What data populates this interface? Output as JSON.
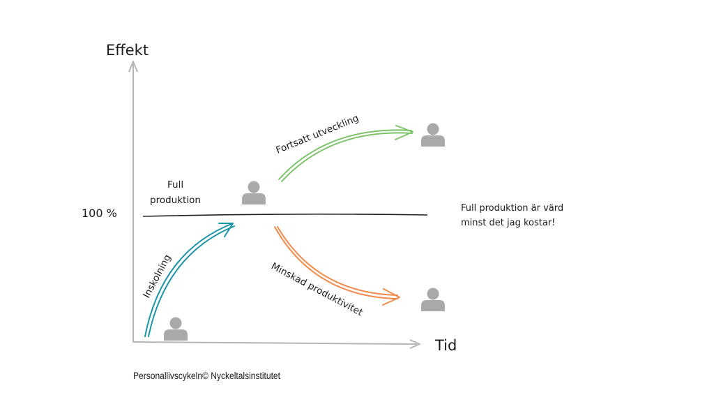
{
  "axes": {
    "y_label": "Effekt",
    "x_label": "Tid",
    "level_label": "100 %"
  },
  "stages": {
    "full": {
      "line1": "Full",
      "line2": "produktion"
    },
    "onboarding": "Inskolning",
    "continued": "Fortsatt utveckling",
    "decreased": "Minskad produktivitet"
  },
  "note": {
    "line1": "Full produktion är värd",
    "line2": "minst det jag kostar!"
  },
  "footer": "Personallivscykeln© Nyckeltalsinstitutet",
  "colors": {
    "onboarding": "#1b93a6",
    "continued": "#7cc36a",
    "decreased": "#f28b4b",
    "axis": "#b5b5b5",
    "person": "#a9a9a9"
  },
  "icons": [
    "person-icon"
  ]
}
